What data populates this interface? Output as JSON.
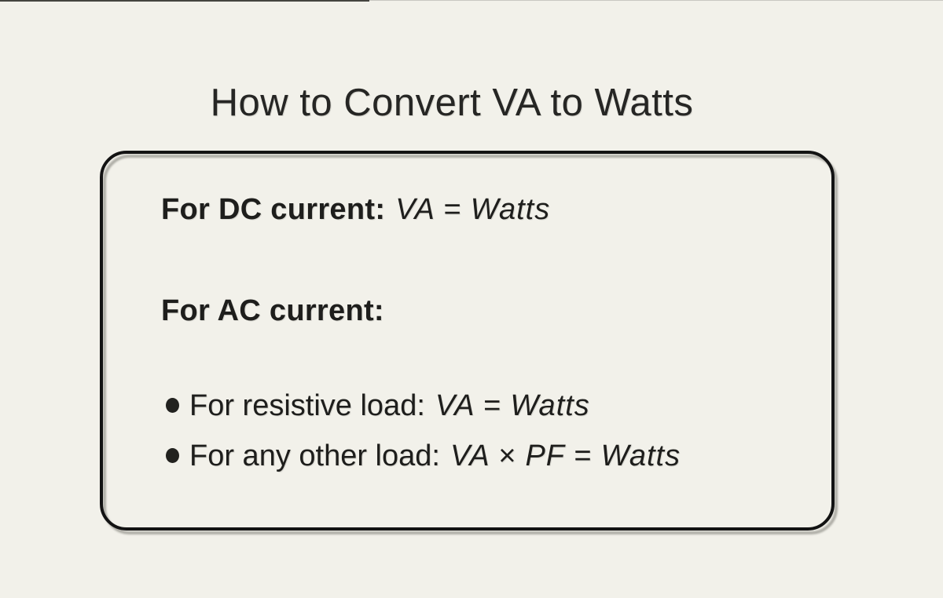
{
  "title": "How to Convert VA to Watts",
  "card": {
    "dc_line": {
      "label": "For DC current:",
      "formula": "VA = Watts"
    },
    "ac_line": {
      "label": "For AC current:"
    },
    "bullets": [
      {
        "prefix": "For resistive load:",
        "formula": "VA = Watts"
      },
      {
        "prefix": "For any other load:",
        "formula": "VA × PF = Watts"
      }
    ]
  },
  "icons": {
    "bullet": "filled-circle"
  },
  "colors": {
    "background": "#f2f1ea",
    "text": "#1e1e1c",
    "card_border": "#131313",
    "card_shadow": "#aeada6"
  }
}
